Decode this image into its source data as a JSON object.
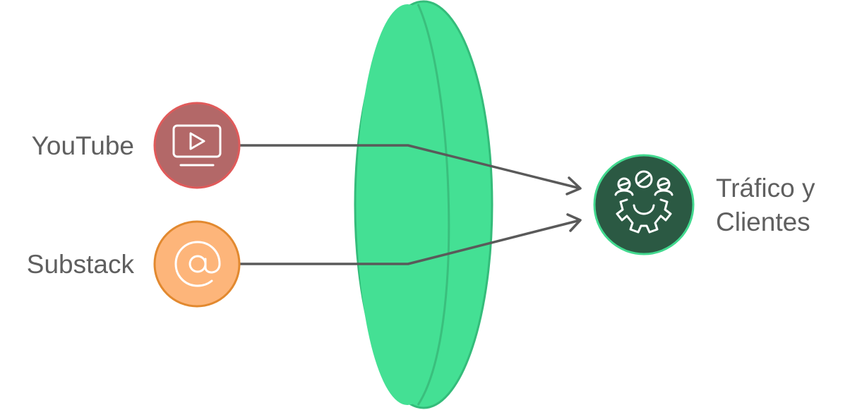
{
  "sources": [
    {
      "id": "youtube",
      "label": "YouTube",
      "icon": "tv-play-icon",
      "color": "#B36868",
      "border": "#E05A5A"
    },
    {
      "id": "substack",
      "label": "Substack",
      "icon": "at-sign-icon",
      "color": "#FDB57A",
      "border": "#E2892F"
    }
  ],
  "target": {
    "label_lines": [
      "Tráfico y",
      "Clientes"
    ],
    "icon": "people-gear-icon",
    "color": "#2B5943",
    "border": "#42D98F"
  },
  "colors": {
    "lens_fill": "#44E094",
    "lens_stroke": "#34BC7A",
    "lens_inner": "#38B879",
    "connector": "#5A5A5A",
    "text": "#5F5F5F"
  }
}
